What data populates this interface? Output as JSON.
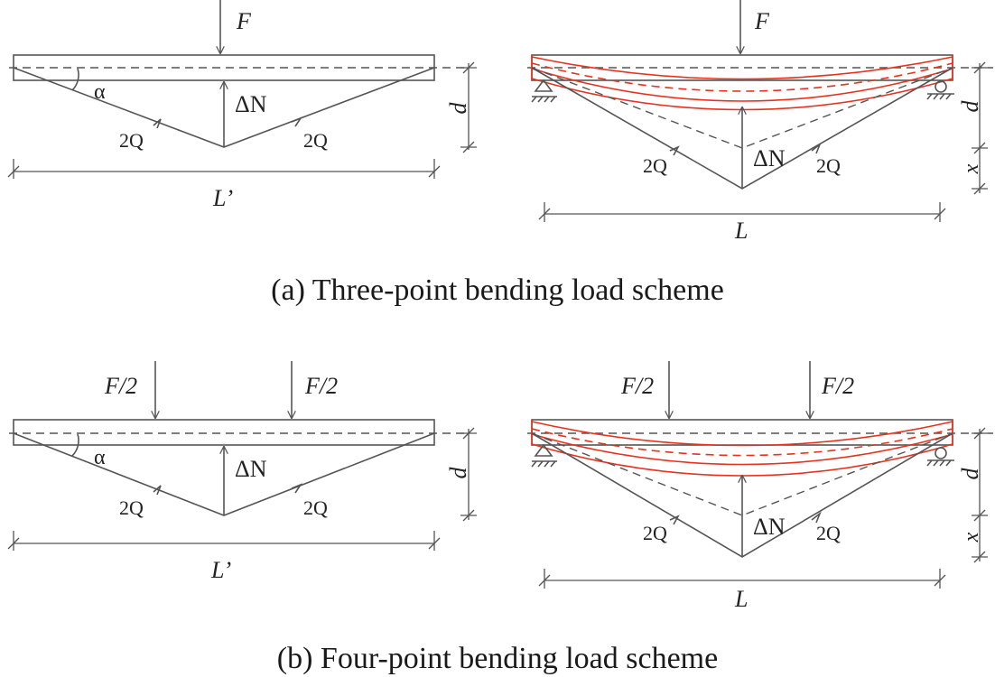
{
  "panel_a": {
    "caption": "(a) Three-point bending load scheme",
    "left": {
      "load": "F",
      "angle": "α",
      "tie_force": "ΔN",
      "strut_left": "2Q",
      "strut_right": "2Q",
      "depth": "d",
      "span": "L’"
    },
    "right": {
      "load": "F",
      "tie_force": "ΔN",
      "strut_left": "2Q",
      "strut_right": "2Q",
      "depth": "d",
      "rise": "x",
      "span": "L"
    }
  },
  "panel_b": {
    "caption": "(b) Four-point bending load scheme",
    "left": {
      "load_left": "F/2",
      "load_right": "F/2",
      "angle": "α",
      "tie_force": "ΔN",
      "strut_left": "2Q",
      "strut_right": "2Q",
      "depth": "d",
      "span": "L’"
    },
    "right": {
      "load_left": "F/2",
      "load_right": "F/2",
      "tie_force": "ΔN",
      "strut_left": "2Q",
      "strut_right": "2Q",
      "depth": "d",
      "rise": "x",
      "span": "L"
    }
  },
  "colors": {
    "structure": "#555555",
    "deformed": "#e8321e",
    "text": "#222222"
  }
}
